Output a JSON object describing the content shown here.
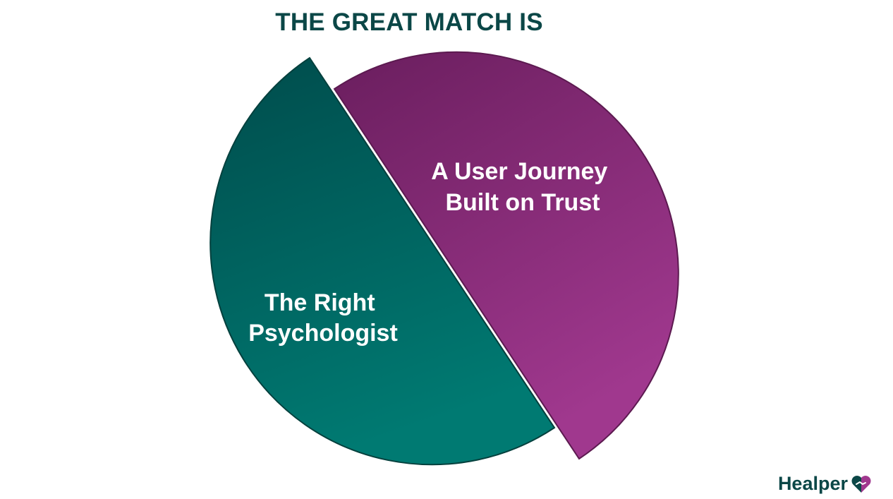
{
  "title": "THE GREAT MATCH IS",
  "segments": [
    {
      "name": "right-psychologist",
      "lines": [
        "The Right",
        "Psychologist"
      ],
      "color_top": "#004c4c",
      "color_bottom": "#007a72"
    },
    {
      "name": "user-journey",
      "lines": [
        "A User Journey",
        "Built on Trust"
      ],
      "color_top": "#6a1e5e",
      "color_bottom": "#a0388e"
    }
  ],
  "brand": {
    "name": "Healper",
    "logo_icon": "heart-handshake-icon",
    "logo_color_left": "#0b4747",
    "logo_color_right": "#a0388e"
  }
}
